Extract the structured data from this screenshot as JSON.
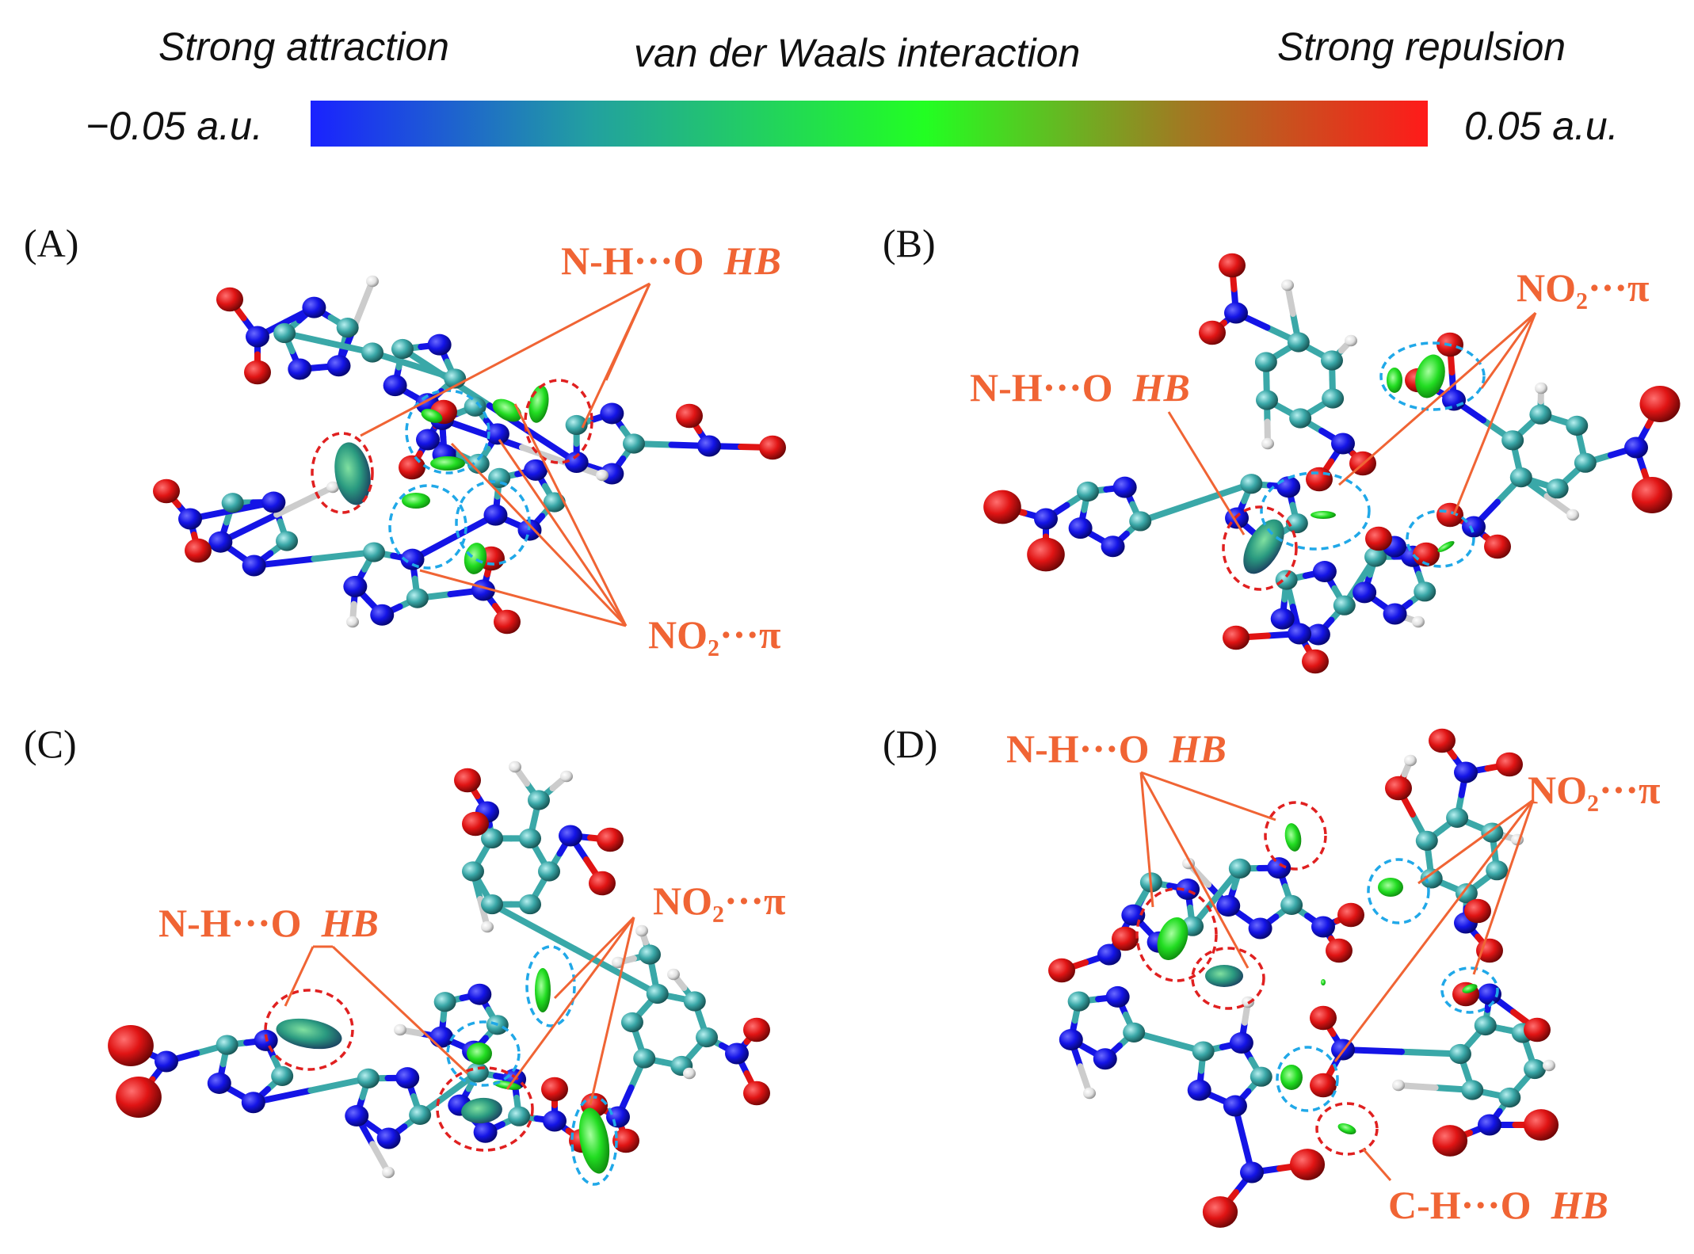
{
  "colorbar": {
    "left_label": "Strong attraction",
    "mid_label": "van der Waals interaction",
    "right_label": "Strong repulsion",
    "min_label": "−0.05 a.u.",
    "max_label": "0.05 a.u.",
    "colors": [
      "#1a22ff",
      "#22a0a0",
      "#22ff22",
      "#a07a22",
      "#ff1a1a"
    ]
  },
  "panels": [
    {
      "id": "A",
      "label": "(A)",
      "hb_label": "N-H···O",
      "hb_suffix": "HB",
      "pi_label": "NO₂···π"
    },
    {
      "id": "B",
      "label": "(B)",
      "hb_label": "N-H···O",
      "hb_suffix": "HB",
      "pi_label": "NO₂···π"
    },
    {
      "id": "C",
      "label": "(C)",
      "hb_label": "N-H···O",
      "hb_suffix": "HB",
      "pi_label": "NO₂···π"
    },
    {
      "id": "D",
      "label": "(D)",
      "hb_label": "N-H···O",
      "hb_suffix": "HB",
      "pi_label": "NO₂···π",
      "ch_label": "C-H···O",
      "ch_suffix": "HB"
    }
  ],
  "colors": {
    "annotation": "#f06434",
    "nitrogen": "#1414e6",
    "oxygen": "#e01414",
    "carbon": "#3aa8a8",
    "hydrogen": "#e8e8e8",
    "hb_circle": "#e02020",
    "pi_circle": "#20a8e8",
    "isosurface": "#22dd22"
  }
}
